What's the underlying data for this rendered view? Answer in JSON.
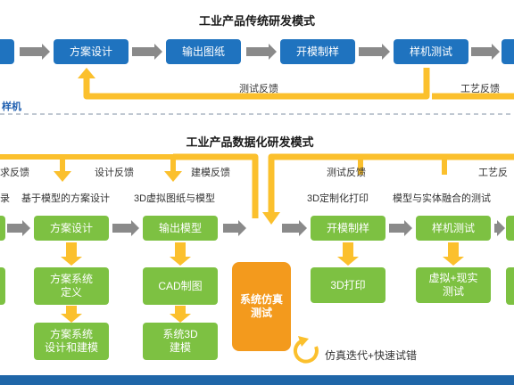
{
  "top": {
    "title": "工业产品传统研发模式",
    "boxes": [
      "方案设计",
      "输出图纸",
      "开模制样",
      "样机测试"
    ],
    "left_edge_box": "",
    "right_edge_box": "",
    "feedback_left": "测试反馈",
    "feedback_right": "工艺反馈",
    "cut_label": "样机"
  },
  "bottom": {
    "title": "工业产品数据化研发模式",
    "feedback_top": [
      "求反馈",
      "设计反馈",
      "建模反馈",
      "测试反馈",
      "工艺反"
    ],
    "col_labels": [
      "录",
      "基于模型的方案设计",
      "3D虚拟图纸与模型",
      "3D定制化打印",
      "模型与实体融合的测试"
    ],
    "boxes": [
      "方案设计",
      "输出模型",
      "开模制样",
      "样机测试"
    ],
    "sub1": [
      "方案系统\n定义",
      "方案系统\n设计和建模"
    ],
    "sub2": [
      "CAD制图",
      "系统3D\n建模"
    ],
    "sim_box": "系统仿真\n测试",
    "sub3": "3D打印",
    "sub4": "虚拟+现实\n测试",
    "iteration": "仿真迭代+快速试错"
  },
  "colors": {
    "blue": "#1f73bf",
    "green": "#7dc142",
    "orange": "#f39a1d",
    "arrow_gray": "#8a8a8a",
    "arrow_yellow": "#fbc02d",
    "footer": "#1f66a8"
  }
}
